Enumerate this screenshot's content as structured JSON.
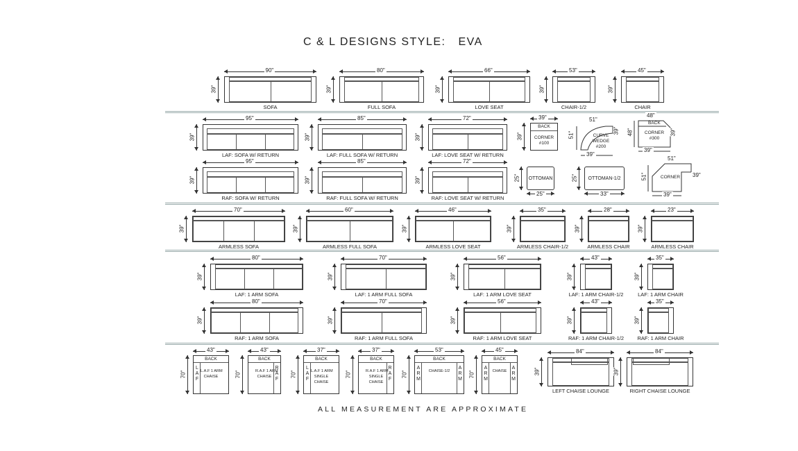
{
  "title": {
    "brand": "C & L DESIGNS STYLE:",
    "style": "EVA"
  },
  "footer": "ALL MEASUREMENT ARE APPROXIMATE",
  "pieces": {
    "sofa": {
      "label": "SOFA",
      "w": "90\"",
      "h": "39\""
    },
    "full_sofa": {
      "label": "FULL SOFA",
      "w": "80\"",
      "h": "39\""
    },
    "love_seat": {
      "label": "LOVE SEAT",
      "w": "66\"",
      "h": "39\""
    },
    "chair_half": {
      "label": "CHAIR-1/2",
      "w": "53\"",
      "h": "39\""
    },
    "chair": {
      "label": "CHAIR",
      "w": "45\"",
      "h": "39\""
    },
    "laf_sofa_ret": {
      "label": "LAF: SOFA W/ RETURN",
      "w": "95\"",
      "h": "39\""
    },
    "laf_full_ret": {
      "label": "LAF: FULL SOFA W/ RETURN",
      "w": "85\"",
      "h": "39\""
    },
    "laf_love_ret": {
      "label": "LAF: LOVE SEAT W/ RETURN",
      "w": "72\"",
      "h": "39\""
    },
    "corner100": {
      "top": "BACK",
      "body": "CORNER\n#100",
      "w": "39\"",
      "h": "39\""
    },
    "wedge200": {
      "body": "CURVE\nWEDGE\n#200",
      "w": "51\"",
      "h": "51\"",
      "side": "39\"",
      "bottom": "39\""
    },
    "corner300": {
      "top": "BACK",
      "body": "CORNER\n#300",
      "w": "48\"",
      "h": "48\"",
      "side": "39\"",
      "bottom": "39\""
    },
    "raf_sofa_ret": {
      "label": "RAF: SOFA W/ RETURN",
      "w": "95\"",
      "h": "39\""
    },
    "raf_full_ret": {
      "label": "RAF: FULL SOFA W/ RETURN",
      "w": "85\"",
      "h": "39\""
    },
    "raf_love_ret": {
      "label": "RAF: LOVE SEAT W/ RETURN",
      "w": "72\"",
      "h": "39\""
    },
    "ottoman": {
      "body": "OTTOMAN",
      "w": "25\"",
      "h": "25\""
    },
    "ottoman_half": {
      "body": "OTTOMAN-1/2",
      "w": "33\"",
      "h": "25\""
    },
    "corner": {
      "body": "CORNER",
      "w": "51\"",
      "h": "51\"",
      "side": "39\"",
      "bottom": "39\""
    },
    "armless_sofa": {
      "label": "ARMLESS SOFA",
      "w": "70\"",
      "h": "39\""
    },
    "armless_full": {
      "label": "ARMLESS FULL SOFA",
      "w": "60\"",
      "h": "39\""
    },
    "armless_love": {
      "label": "ARMLESS LOVE SEAT",
      "w": "46\"",
      "h": "39\""
    },
    "armless_chair_half": {
      "label": "ARMLESS CHAIR-1/2",
      "w": "35\"",
      "h": "39\""
    },
    "armless_chair": {
      "label": "ARMLESS CHAIR",
      "w": "28\"",
      "h": "39\""
    },
    "armless_chair2": {
      "label": "ARMLESS CHAIR",
      "w": "23\"",
      "h": "39\""
    },
    "laf_1arm_sofa": {
      "label": "LAF: 1 ARM SOFA",
      "w": "80\"",
      "h": "39\""
    },
    "laf_1arm_full": {
      "label": "LAF: 1 ARM FULL SOFA",
      "w": "70\"",
      "h": "39\""
    },
    "laf_1arm_love": {
      "label": "LAF: 1 ARM LOVE SEAT",
      "w": "56\"",
      "h": "39\""
    },
    "laf_1arm_chair_half": {
      "label": "LAF: 1 ARM CHAIR-1/2",
      "w": "43\"",
      "h": "39\""
    },
    "laf_1arm_chair": {
      "label": "LAF: 1 ARM CHAIR",
      "w": "35\"",
      "h": "39\""
    },
    "raf_1arm_sofa": {
      "label": "RAF: 1 ARM SOFA",
      "w": "80\"",
      "h": "39\""
    },
    "raf_1arm_full": {
      "label": "RAF: 1 ARM FULL SOFA",
      "w": "70\"",
      "h": "39\""
    },
    "raf_1arm_love": {
      "label": "RAF: 1 ARM LOVE SEAT",
      "w": "56\"",
      "h": "39\""
    },
    "raf_1arm_chair_half": {
      "label": "RAF: 1 ARM CHAIR-1/2",
      "w": "43\"",
      "h": "39\""
    },
    "raf_1arm_chair": {
      "label": "RAF: 1 ARM CHAIR",
      "w": "35\"",
      "h": "39\""
    },
    "laf_chaise": {
      "top": "BACK",
      "body": "L.A.F 1 ARM\nCHAISE",
      "arm": "LAF",
      "w": "43\"",
      "h": "70\""
    },
    "raf_chaise": {
      "top": "BACK",
      "body": "R.A.F 1 ARM\nCHAISE",
      "arm": "RAF",
      "w": "43\"",
      "h": "70\""
    },
    "laf_single_chaise": {
      "top": "BACK",
      "body": "L.A.F 1 ARM\nSINGLE\nCHAISE",
      "arm": "LAF",
      "w": "37\"",
      "h": "70\""
    },
    "raf_single_chaise": {
      "top": "BACK",
      "body": "R.A.F 1 ARM\nSINGLE\nCHAISE",
      "arm": "RAF",
      "w": "37\"",
      "h": "70\""
    },
    "chaise_half": {
      "top": "BACK",
      "body": "CHAISE-1/2",
      "arm": "ARM",
      "w": "53\"",
      "h": "70\""
    },
    "chaise": {
      "top": "BACK",
      "body": "CHAISE",
      "arm": "ARM",
      "w": "45\"",
      "h": "70\""
    },
    "left_lounge": {
      "label": "LEFT CHAISE LOUNGE",
      "w": "84\"",
      "h": "39\""
    },
    "right_lounge": {
      "label": "RIGHT CHAISE LOUNGE",
      "w": "84\"",
      "h": "39\""
    }
  }
}
